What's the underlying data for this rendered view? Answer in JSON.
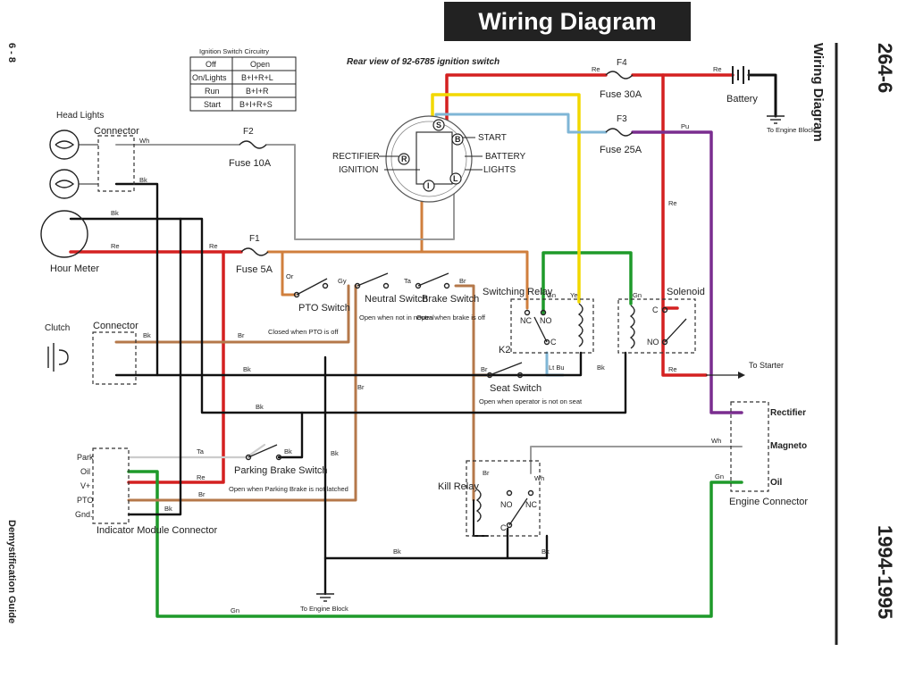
{
  "title": "Wiring Diagram",
  "subtitle": "Rear view of 92-6785 ignition switch",
  "side": {
    "model": "264-6",
    "section": "Wiring Diagram",
    "years": "1994-1995",
    "page": "6 - 8",
    "guide": "Demystification Guide"
  },
  "ignition_table": {
    "caption": "Ignition Switch Circuitry",
    "rows": [
      [
        "Off",
        "Open"
      ],
      [
        "On/Lights",
        "B+I+R+L"
      ],
      [
        "Run",
        "B+I+R"
      ],
      [
        "Start",
        "B+I+R+S"
      ]
    ]
  },
  "switch_terminals": {
    "start": "START",
    "rectifier": "RECTIFIER",
    "battery": "BATTERY",
    "ignition": "IGNITION",
    "lights": "LIGHTS",
    "s": "S",
    "b": "B",
    "r": "R",
    "l": "L",
    "i": "I"
  },
  "labels": {
    "head_lights": "Head Lights",
    "connector1": "Connector",
    "wh": "Wh",
    "bk": "Bk",
    "re": "Re",
    "gn": "Gn",
    "ye": "Ye",
    "or": "Or",
    "gy": "Gy",
    "ta": "Ta",
    "br": "Br",
    "pu": "Pu",
    "lt_bu": "Lt Bu",
    "f2": "F2",
    "fuse10": "Fuse 10A",
    "f1": "F1",
    "fuse5": "Fuse 5A",
    "f4": "F4",
    "fuse30": "Fuse 30A",
    "f3": "F3",
    "fuse25": "Fuse 25A",
    "battery": "Battery",
    "engine_block": "To Engine Block",
    "hour_meter": "Hour Meter",
    "clutch": "Clutch",
    "connector2": "Connector",
    "pto_switch": "PTO Switch",
    "pto_note": "Closed when PTO is off",
    "neutral_switch": "Neutral Switch",
    "neutral_note": "Open when not in neutral",
    "brake_switch": "Brake Switch",
    "brake_note": "Open when brake is off",
    "switching_relay": "Switching Relay",
    "nc": "NC",
    "no": "NO",
    "c": "C",
    "k2": "K2",
    "solenoid": "Solenoid",
    "to_starter": "To Starter",
    "seat_switch": "Seat Switch",
    "seat_note": "Open when operator is not on seat",
    "park": "Park",
    "oil": "Oil",
    "vplus": "V+",
    "pto": "PTO",
    "gnd": "Gnd.",
    "indicator": "Indicator Module Connector",
    "parking_brake": "Parking Brake Switch",
    "parking_note": "Open when Parking Brake is not latched",
    "kill_relay": "Kill Relay",
    "to_engine_block": "To Engine Block",
    "rectifier": "Rectifier",
    "magneto": "Magneto",
    "oil_label": "Oil",
    "engine_connector": "Engine Connector"
  },
  "colors": {
    "red": "#d42020",
    "green": "#1e9a2a",
    "yellow": "#f2d800",
    "brown": "#b5784a",
    "purple": "#7a2d8f",
    "lightblue": "#7fb6d6",
    "black": "#111111",
    "grey": "#9a9a9a"
  }
}
